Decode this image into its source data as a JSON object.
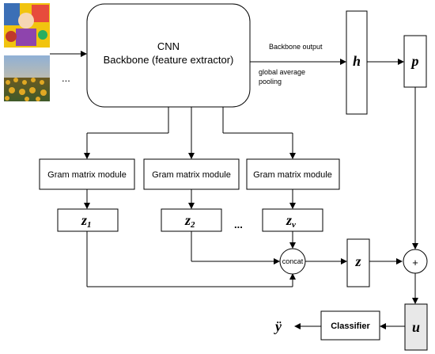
{
  "backbone": {
    "line1": "CNN",
    "line2": "Backbone (feature extractor)"
  },
  "input_ellipsis": "...",
  "backbone_output_label": "Backbone output",
  "gap_label": {
    "line1": "global average",
    "line2": "pooling"
  },
  "h": "h",
  "p": "p",
  "gram_modules": [
    {
      "label": "Gram matrix module",
      "z": "z",
      "sub": "1"
    },
    {
      "label": "Gram matrix module",
      "z": "z",
      "sub": "2"
    },
    {
      "label": "Gram matrix module",
      "z": "z",
      "sub": "v"
    }
  ],
  "z_ellipsis": "...",
  "concat": "concat",
  "z": "z",
  "plus": "+",
  "u": "u",
  "classifier": "Classifier",
  "y_hat": "ÿ",
  "colors": {
    "u_fill": "#e8e8e8",
    "image1": [
      "#c0392b",
      "#f1c40f",
      "#3b6fb6",
      "#8e44ad"
    ],
    "image2_sky": [
      "#8fb0d6",
      "#e9c78a"
    ],
    "image2_field": [
      "#3f5a2a",
      "#e0a823"
    ]
  }
}
